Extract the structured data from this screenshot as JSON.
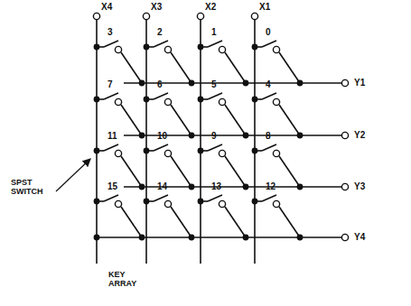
{
  "diagram": {
    "labels": [
      "X4",
      "X3",
      "X2",
      "X1",
      "3",
      "2",
      "1",
      "0",
      "Y1",
      "7",
      "6",
      "5",
      "4",
      "Y2",
      "11",
      "10",
      "9",
      "8",
      "Y3",
      "15",
      "14",
      "13",
      "12",
      "Y4",
      "SPST SWITCH",
      "KEY ARRAY"
    ]
  }
}
